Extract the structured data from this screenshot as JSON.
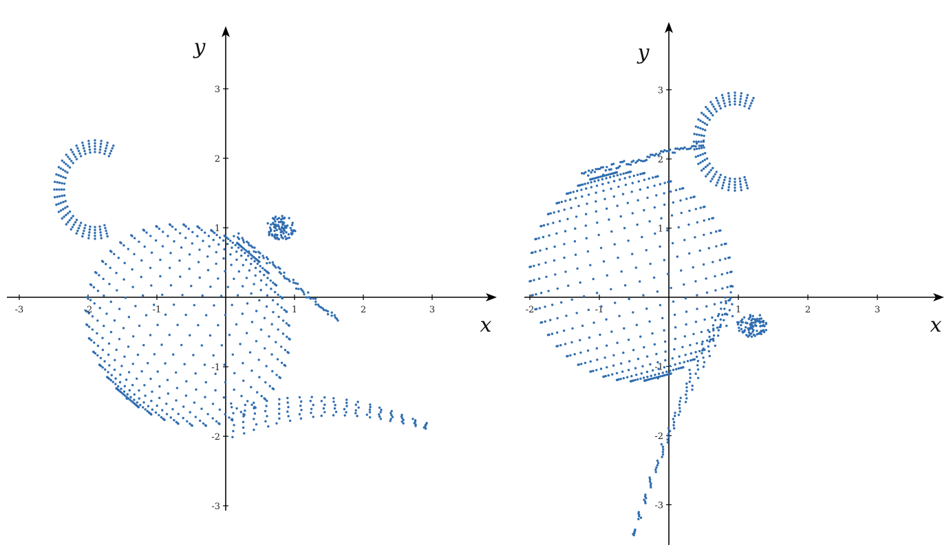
{
  "colors": {
    "points": "#2f6db0",
    "axis": "#000000"
  },
  "chart_data": [
    {
      "type": "scatter",
      "title": "",
      "xlabel": "x",
      "ylabel": "y",
      "xlim": [
        -3.2,
        3.9
      ],
      "ylim": [
        -3.1,
        3.9
      ],
      "x_ticks": [
        -3,
        -2,
        -1,
        1,
        2,
        3
      ],
      "y_ticks": [
        -3,
        -2,
        -1,
        1,
        2,
        3
      ],
      "x_tick_labels": [
        "-3",
        "-2",
        "-1",
        "1",
        "2",
        "3"
      ],
      "y_tick_labels": [
        "-3",
        "-2",
        "-1",
        "1",
        "2",
        "3"
      ],
      "grid": false,
      "series": [
        {
          "values": {
            "description": "rotated teapot point cloud (body, handle upper-left, lid knob right of y-axis, spout lower-right)",
            "body_center": [
              -0.55,
              -0.4
            ],
            "body_radii": [
              1.55,
              1.45
            ],
            "rotation_deg": -40,
            "handle_center": [
              -1.9,
              1.55
            ],
            "spout_end": [
              2.9,
              -1.85
            ],
            "knob_center": [
              0.8,
              1.0
            ]
          }
        }
      ]
    },
    {
      "type": "scatter",
      "title": "",
      "xlabel": "x",
      "ylabel": "y",
      "xlim": [
        -2.1,
        3.9
      ],
      "ylim": [
        -3.5,
        3.95
      ],
      "x_ticks": [
        -2,
        -1,
        1,
        2,
        3
      ],
      "y_ticks": [
        -3,
        -2,
        -1,
        1,
        2,
        3
      ],
      "x_tick_labels": [
        "-2",
        "-1",
        "1",
        "2",
        "3"
      ],
      "y_tick_labels": [
        "-3",
        "-2",
        "-1",
        "1",
        "2",
        "3"
      ],
      "grid": false,
      "series": [
        {
          "values": {
            "description": "rotated teapot point cloud (body left of y-axis, handle top-right, lid knob on x-axis right, spout bottom)",
            "body_center": [
              -0.55,
              0.3
            ],
            "body_radii": [
              1.45,
              1.6
            ],
            "rotation_deg": 15,
            "handle_center": [
              0.95,
              2.25
            ],
            "spout_end": [
              -0.5,
              -3.4
            ],
            "knob_center": [
              1.2,
              -0.4
            ]
          }
        }
      ]
    }
  ]
}
